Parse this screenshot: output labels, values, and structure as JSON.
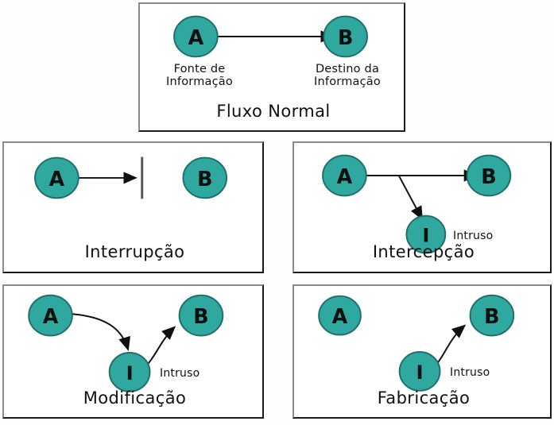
{
  "figure": {
    "background_color": "#fdfefe",
    "node_fill": "#2fa8a0",
    "node_stroke": "#1f6f6a",
    "arrow_color": "#101010",
    "panel_border_light": "#8a8a8a",
    "panel_border_dark": "#1a1a1a"
  },
  "panels": [
    {
      "id": "fluxo-normal",
      "caption": "Fluxo Normal",
      "nodes": [
        {
          "id": "A",
          "label": "A",
          "sublabel": "Fonte de\nInformação"
        },
        {
          "id": "B",
          "label": "B",
          "sublabel": "Destino da\nInformação"
        }
      ],
      "edges": [
        {
          "from": "A",
          "to": "B",
          "style": "straight"
        }
      ]
    },
    {
      "id": "interrupcao",
      "caption": "Interrupção",
      "nodes": [
        {
          "id": "A",
          "label": "A",
          "sublabel": ""
        },
        {
          "id": "B",
          "label": "B",
          "sublabel": ""
        }
      ],
      "edges": [
        {
          "from": "A",
          "to": "blocked",
          "style": "straight-blocked"
        }
      ],
      "blocker": true
    },
    {
      "id": "intercepcao",
      "caption": "Intercepção",
      "nodes": [
        {
          "id": "A",
          "label": "A",
          "sublabel": ""
        },
        {
          "id": "B",
          "label": "B",
          "sublabel": ""
        },
        {
          "id": "I",
          "label": "I",
          "sublabel": "Intruso"
        }
      ],
      "edges": [
        {
          "from": "A",
          "to": "B",
          "style": "straight"
        },
        {
          "from": "A",
          "to": "I",
          "style": "diagonal"
        }
      ]
    },
    {
      "id": "modificacao",
      "caption": "Modificação",
      "nodes": [
        {
          "id": "A",
          "label": "A",
          "sublabel": ""
        },
        {
          "id": "B",
          "label": "B",
          "sublabel": ""
        },
        {
          "id": "I",
          "label": "I",
          "sublabel": "Intruso"
        }
      ],
      "edges": [
        {
          "from": "A",
          "to": "I",
          "style": "curve"
        },
        {
          "from": "I",
          "to": "B",
          "style": "curve"
        }
      ]
    },
    {
      "id": "fabricacao",
      "caption": "Fabricação",
      "nodes": [
        {
          "id": "A",
          "label": "A",
          "sublabel": ""
        },
        {
          "id": "B",
          "label": "B",
          "sublabel": ""
        },
        {
          "id": "I",
          "label": "I",
          "sublabel": "Intruso"
        }
      ],
      "edges": [
        {
          "from": "I",
          "to": "B",
          "style": "curve"
        }
      ]
    }
  ],
  "text": {
    "node_a": "A",
    "node_b": "B",
    "node_i": "I",
    "intruso": "Intruso",
    "fonte_line1": "Fonte de",
    "fonte_line2": "Informação",
    "destino_line1": "Destino da",
    "destino_line2": "Informação",
    "cap_fluxo": "Fluxo Normal",
    "cap_interrupcao": "Interrupção",
    "cap_intercepcao": "Intercepção",
    "cap_modificacao": "Modificação",
    "cap_fabricacao": "Fabricação"
  }
}
